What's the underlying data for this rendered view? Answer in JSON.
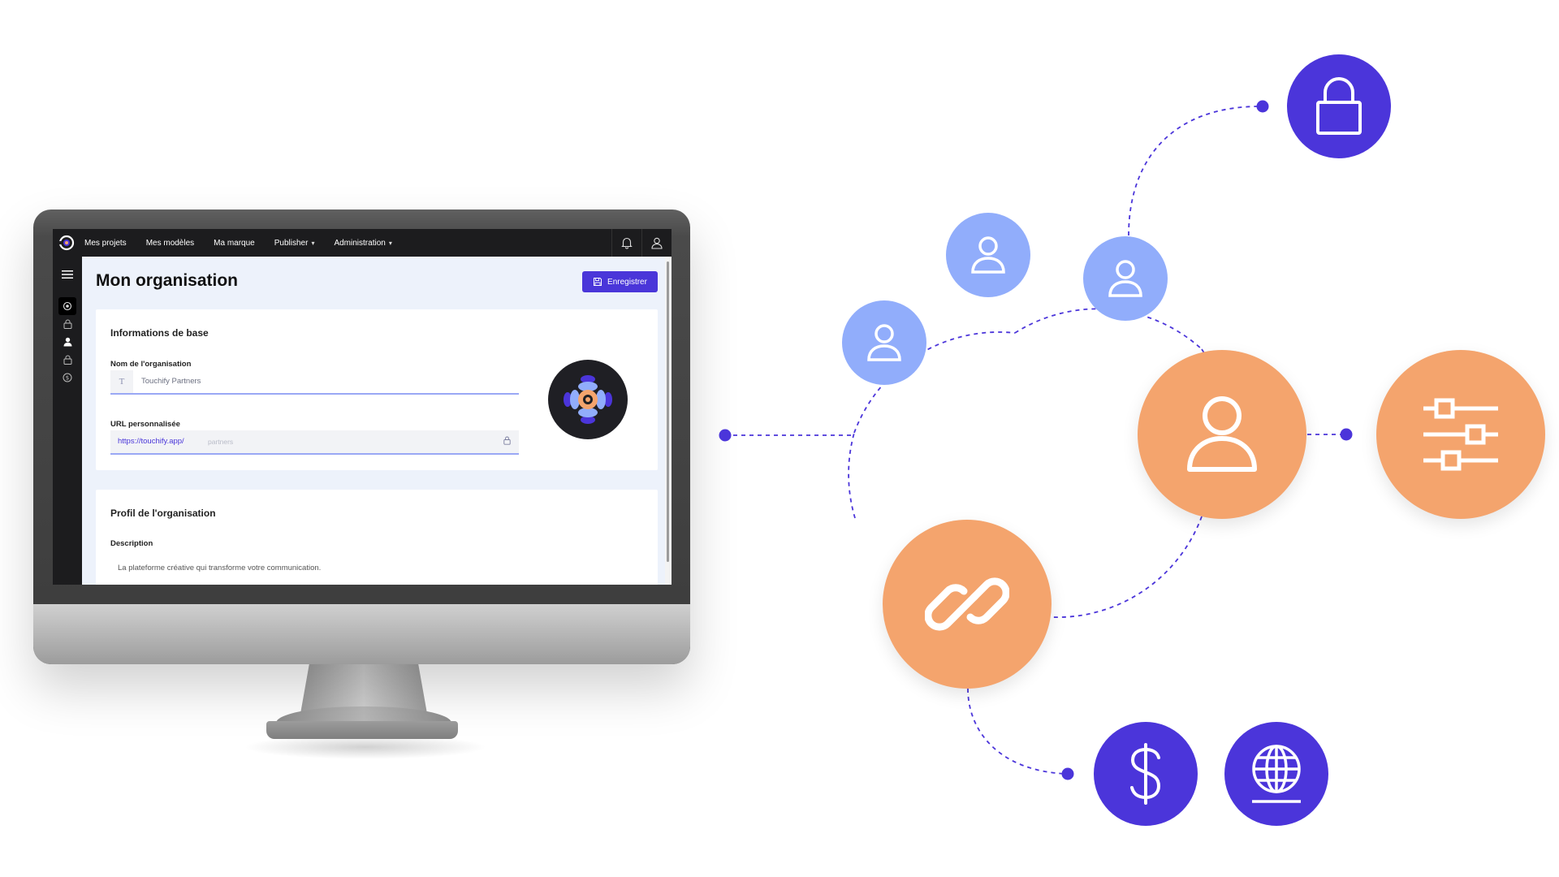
{
  "app": {
    "nav": {
      "items": [
        {
          "label": "Mes projets",
          "dropdown": false
        },
        {
          "label": "Mes modèles",
          "dropdown": false
        },
        {
          "label": "Ma marque",
          "dropdown": false
        },
        {
          "label": "Publisher",
          "dropdown": true
        },
        {
          "label": "Administration",
          "dropdown": true
        }
      ],
      "icons": [
        "bell-icon",
        "user-icon"
      ]
    },
    "sidebar": {
      "icons": [
        "menu-icon",
        "organization-icon",
        "lock-icon",
        "user-icon",
        "lock-icon",
        "dollar-icon"
      ],
      "active": "organization-icon"
    },
    "page": {
      "title": "Mon organisation",
      "save_label": "Enregistrer"
    },
    "basic_info": {
      "title": "Informations de base",
      "name_label": "Nom de l'organisation",
      "name_value": "Touchify Partners",
      "url_label": "URL personnalisée",
      "url_prefix": "https://touchify.app/",
      "url_placeholder": "partners"
    },
    "profile": {
      "title": "Profil de l'organisation",
      "description_label": "Description",
      "description_value": "La plateforme créative qui transforme votre communication."
    }
  },
  "diagram": {
    "nodes": [
      "lock-icon",
      "user-icon",
      "user-icon",
      "user-icon",
      "user-icon",
      "sliders-icon",
      "link-icon",
      "dollar-icon",
      "globe-icon"
    ]
  },
  "colors": {
    "accent_purple": "#4b35da",
    "light_blue": "#91adfb",
    "orange": "#f4a46d",
    "topbar": "#1c1c1e",
    "content_bg": "#edf2fb"
  }
}
